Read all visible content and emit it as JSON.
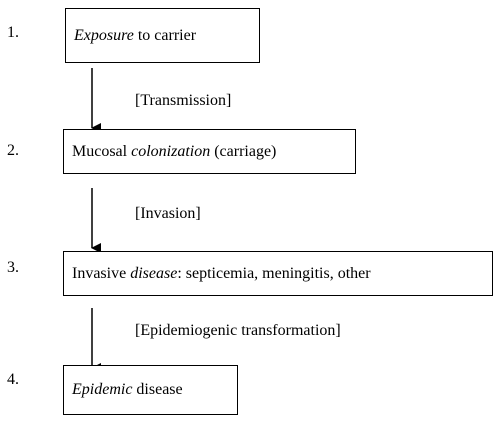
{
  "steps": [
    {
      "number": "1.",
      "parts": [
        {
          "text": "Exposure",
          "italic": true
        },
        {
          "text": " to carrier",
          "italic": false
        }
      ]
    },
    {
      "number": "2.",
      "parts": [
        {
          "text": "Mucosal ",
          "italic": false
        },
        {
          "text": "colonization",
          "italic": true
        },
        {
          "text": " (carriage)",
          "italic": false
        }
      ]
    },
    {
      "number": "3.",
      "parts": [
        {
          "text": "Invasive ",
          "italic": false
        },
        {
          "text": "disease",
          "italic": true
        },
        {
          "text": ": septicemia, meningitis, other",
          "italic": false
        }
      ]
    },
    {
      "number": "4.",
      "parts": [
        {
          "text": "Epidemic",
          "italic": true
        },
        {
          "text": " disease",
          "italic": false
        }
      ]
    }
  ],
  "transitions": [
    {
      "label": "[Transmission]"
    },
    {
      "label": "[Invasion]"
    },
    {
      "label": "[Epidemiogenic transformation]"
    }
  ],
  "colors": {
    "line": "#000000",
    "background": "#ffffff"
  }
}
